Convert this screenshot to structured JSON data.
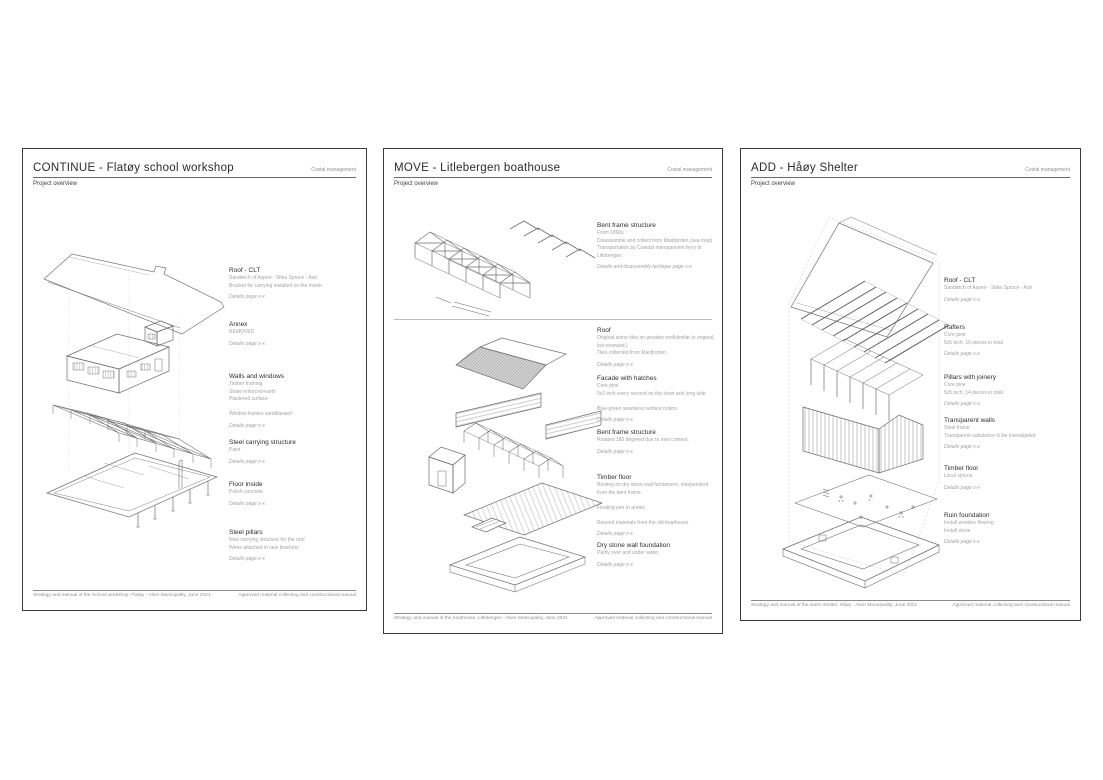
{
  "palette": {
    "ink": "#2b2b2b",
    "muted": "#a3a3a3",
    "line": "#6b6b6b",
    "hatch_grey": "#d2d2d2"
  },
  "panels": [
    {
      "title": "CONTINUE - Flatøy school workshop",
      "corner_label": "Costal management",
      "subtitle": "Project overview",
      "annotations": [
        {
          "heading": "Roof - CLT",
          "body": "Sandwich of Aspen - Sitka Spruce - Ash\nBracket for carrying installed on the inside.",
          "details": "Details page x-x"
        },
        {
          "heading": "Annex",
          "body": "REMOVED",
          "details": "Details page x-x"
        },
        {
          "heading": "Walls and windows",
          "body": "Timber framing\nStraw enforced-earth\nPlastered surface\n\nWindow frames sandblasted",
          "details": "Details page x-x"
        },
        {
          "heading": "Steel carrying structure",
          "body": "Paint",
          "details": "Details page x-x"
        },
        {
          "heading": "Floor inside",
          "body": "Polish concrete",
          "details": "Details page x-x"
        },
        {
          "heading": "Steel pillars",
          "body": "New carrying structure for the roof\nWires attached in new brackets",
          "details": "Details page x-x"
        }
      ],
      "footer_left": "Strategy and manual of the School workshop, Flatøy - Alver Municipality, June 2021",
      "footer_right": "Approved material collecting and constructional manual"
    },
    {
      "title": "MOVE - Litlebergen boathouse",
      "corner_label": "Costal management",
      "subtitle": "Project overview",
      "annotations": [
        {
          "heading": "Bent frame structure",
          "body": "From 1890s\nDisassemble and collect from Masfjorden (sea map)\nTransportation by Coastal management ferry to Litlebergen",
          "details": "Details and disassembly techique page x-x"
        },
        {
          "heading": "Roof",
          "body": "Original stone tiles on wooden roof(similar to original, but renewed.)\nTiles collected from Masfjorden",
          "details": "Details page x-x"
        },
        {
          "heading": "Facade with hatches",
          "body": "Core pine\n5x2 inch every second on the short and long side.\n\nBlue-green seamless surface notion.",
          "details": "Details page x-x"
        },
        {
          "heading": "Bent frame structure",
          "body": "Rotated 180 degreed due to new context.",
          "details": "Details page x-x"
        },
        {
          "heading": "Timber floor",
          "body": "Resting on dry stone wall fundament, independent from the bent frame.\n\nFloating pier in annex\n\nReused materials from the old boathouse",
          "details": "Details page x-x"
        },
        {
          "heading": "Dry stone wall foundation",
          "body": "Partly over and under water",
          "details": "Details page x-x"
        }
      ],
      "footer_left": "Strategy and manual of the boathouse, Litlebergen - Alver Municipality, June 2021",
      "footer_right": "Approved material collecting and constructional manual"
    },
    {
      "title": "ADD - Håøy Shelter",
      "corner_label": "Costal management",
      "subtitle": "Project overview",
      "annotations": [
        {
          "heading": "Roof - CLT",
          "body": "Sandwich of Aspen - Sitka Spruce - Ash",
          "details": "Details page x-x"
        },
        {
          "heading": "Rafters",
          "body": "Core pine\n5x5 inch, 16 pieces in total",
          "details": "Details page x-x"
        },
        {
          "heading": "Pillars with joinery",
          "body": "Core pine\n5x5 inch, 14 pieces in total",
          "details": "Details page x-x"
        },
        {
          "heading": "Transparent walls",
          "body": "Steel frame\nTransparent substance to be investigated",
          "details": "Details page x-x"
        },
        {
          "heading": "Timber floor",
          "body": "Local spruce",
          "details": "Details page x-x"
        },
        {
          "heading": "Ruin foundation",
          "body": "Install wooden flooring\nInstall stove",
          "details": "Details page x-x"
        }
      ],
      "footer_left": "Strategy and manual of the warm shelter, Håøy - Alver Municipality, June 2021",
      "footer_right": "Approved material collecting and constructional manual"
    }
  ]
}
